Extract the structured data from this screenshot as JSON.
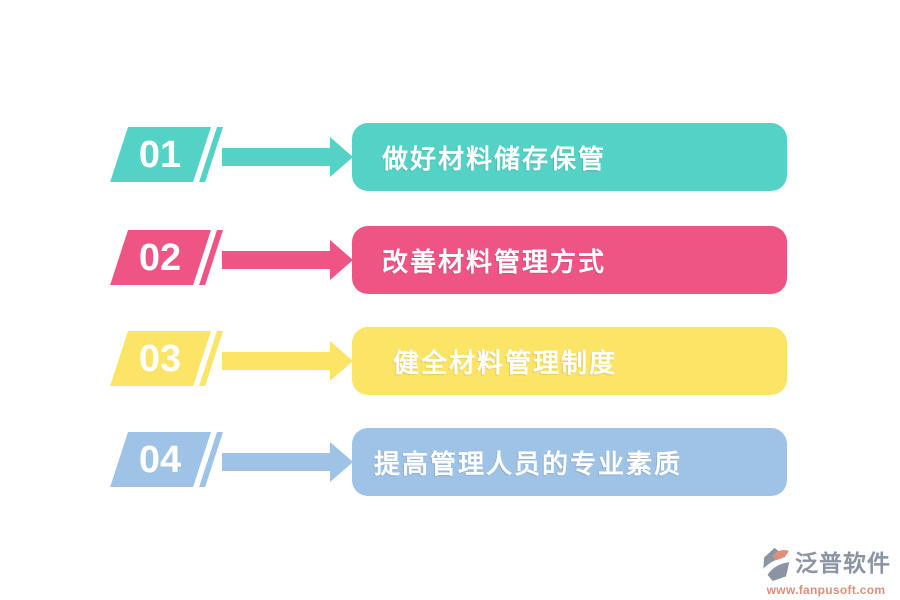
{
  "steps": [
    {
      "number": "01",
      "label": "做好材料储存保管",
      "color": "#54D2C6"
    },
    {
      "number": "02",
      "label": "改善材料管理方式",
      "color": "#EE5584"
    },
    {
      "number": "03",
      "label": "健全材料管理制度",
      "color": "#FCE466"
    },
    {
      "number": "04",
      "label": "提高管理人员的专业素质",
      "color": "#9FC3E7"
    }
  ],
  "logo": {
    "name": "泛普软件",
    "url": "www.fanpusoft.com",
    "name_color": "#8B94A3",
    "url_color": "#DE8F7B",
    "icon_gray": "#8B94A3",
    "icon_salmon": "#DE8F7B"
  }
}
